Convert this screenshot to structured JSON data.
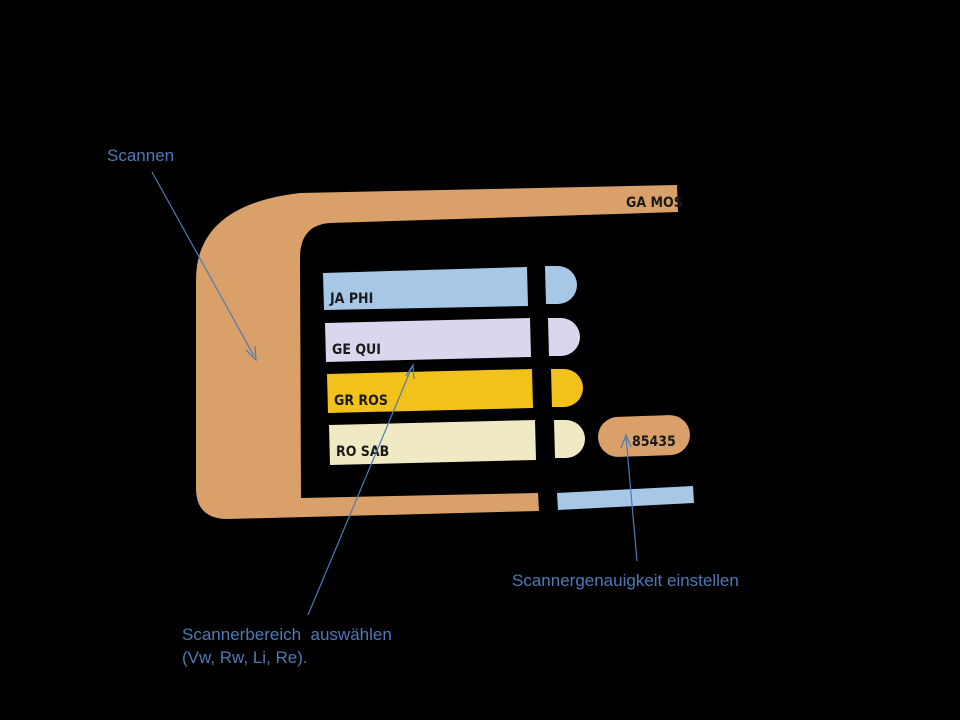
{
  "panel": {
    "header_label": "GA MOS",
    "readout_value": "85435",
    "buttons": [
      {
        "label": "JA PHI",
        "color": "#a6c8e6"
      },
      {
        "label": "GE QUI",
        "color": "#d9d6ee"
      },
      {
        "label": "GR ROS",
        "color": "#f2c21b"
      },
      {
        "label": "RO SAB",
        "color": "#efeac3"
      }
    ],
    "frame_color": "#d9a06a",
    "accent_color": "#a6c8e6"
  },
  "annotations": {
    "scannen": "Scannen",
    "bereich_line1": "Scannerbereich  auswählen",
    "bereich_line2": "(Vw, Rw, Li, Re).",
    "genauigkeit": "Scannergenauigkeit einstellen",
    "color": "#4f79b8"
  }
}
